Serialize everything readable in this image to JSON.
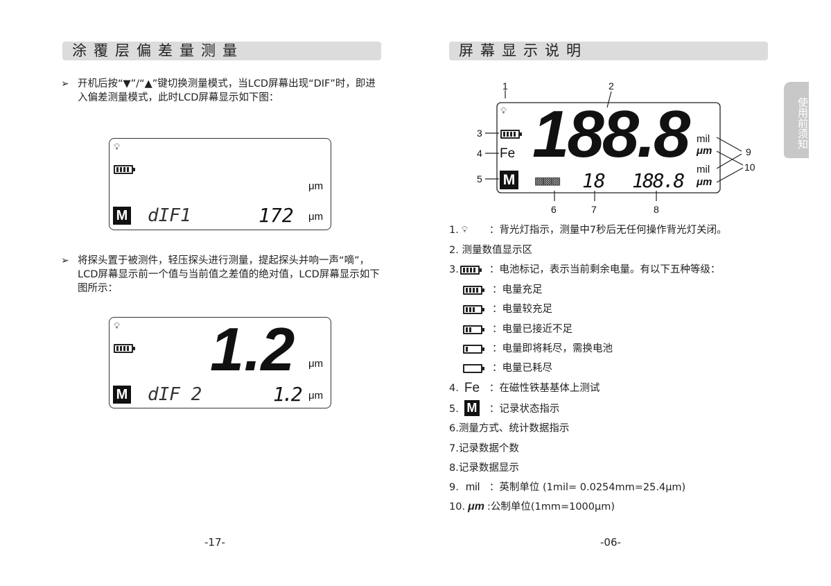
{
  "left_page": {
    "title": "涂覆层偏差量测量",
    "para1": "开机后按“▼”/“▲”键切换测量模式，当LCD屏幕出现“DIF”时，即进入偏差测量模式，此时LCD屏幕显示如下图：",
    "lcd1": {
      "mode": "dIF1",
      "value": "172",
      "unit": "μm",
      "unit_top": "μm",
      "m": "M"
    },
    "para2": "将探头置于被测件，轻压探头进行测量，提起探头并响一声“嘀”，LCD屏幕显示前一个值与当前值之差值的绝对值，LCD屏幕显示如下图所示：",
    "lcd2": {
      "big_value": "1.2",
      "mode": "dIF 2",
      "value": "1.2",
      "unit": "μm",
      "unit_top": "μm",
      "m": "M"
    },
    "page_number": "-17-"
  },
  "right_page": {
    "title": "屏幕显示说明",
    "side_tab": "使用前须知",
    "diagram": {
      "big_digits": "188.8",
      "fe": "Fe",
      "m": "M",
      "mode_chars": "▩▩▩",
      "count": "18",
      "record": "188.8",
      "units": [
        "mil",
        "μm",
        "mil",
        "μm"
      ],
      "callouts": [
        "1",
        "2",
        "3",
        "4",
        "5",
        "6",
        "7",
        "8",
        "9",
        "10"
      ]
    },
    "items": [
      {
        "num": "1.",
        "text": "：背光灯指示，测量中7秒后无任何操作背光灯关闭。"
      },
      {
        "num": "2.",
        "text": "测量数值显示区"
      },
      {
        "num": "3.",
        "text": "：电池标记，表示当前剩余电量。有以下五种等级："
      },
      {
        "num": "",
        "text": "：电量充足"
      },
      {
        "num": "",
        "text": "：电量较充足"
      },
      {
        "num": "",
        "text": "：电量已接近不足"
      },
      {
        "num": "",
        "text": "：电量即将耗尽，需换电池"
      },
      {
        "num": "",
        "text": "：电量已耗尽"
      },
      {
        "num": "4.",
        "label": "Fe",
        "text": "：在磁性铁基基体上测试"
      },
      {
        "num": "5.",
        "label": "M",
        "text": "：记录状态指示"
      },
      {
        "num": "6.",
        "text": "测量方式、统计数据指示"
      },
      {
        "num": "7.",
        "text": "记录数据个数"
      },
      {
        "num": "8.",
        "text": "记录数据显示"
      },
      {
        "num": "9.",
        "label": "mil",
        "text": "：英制单位 (1mil= 0.0254mm=25.4μm)"
      },
      {
        "num": "10.",
        "label": "μm",
        "text": ":公制单位(1mm=1000μm)"
      }
    ],
    "page_number": "-06-"
  }
}
